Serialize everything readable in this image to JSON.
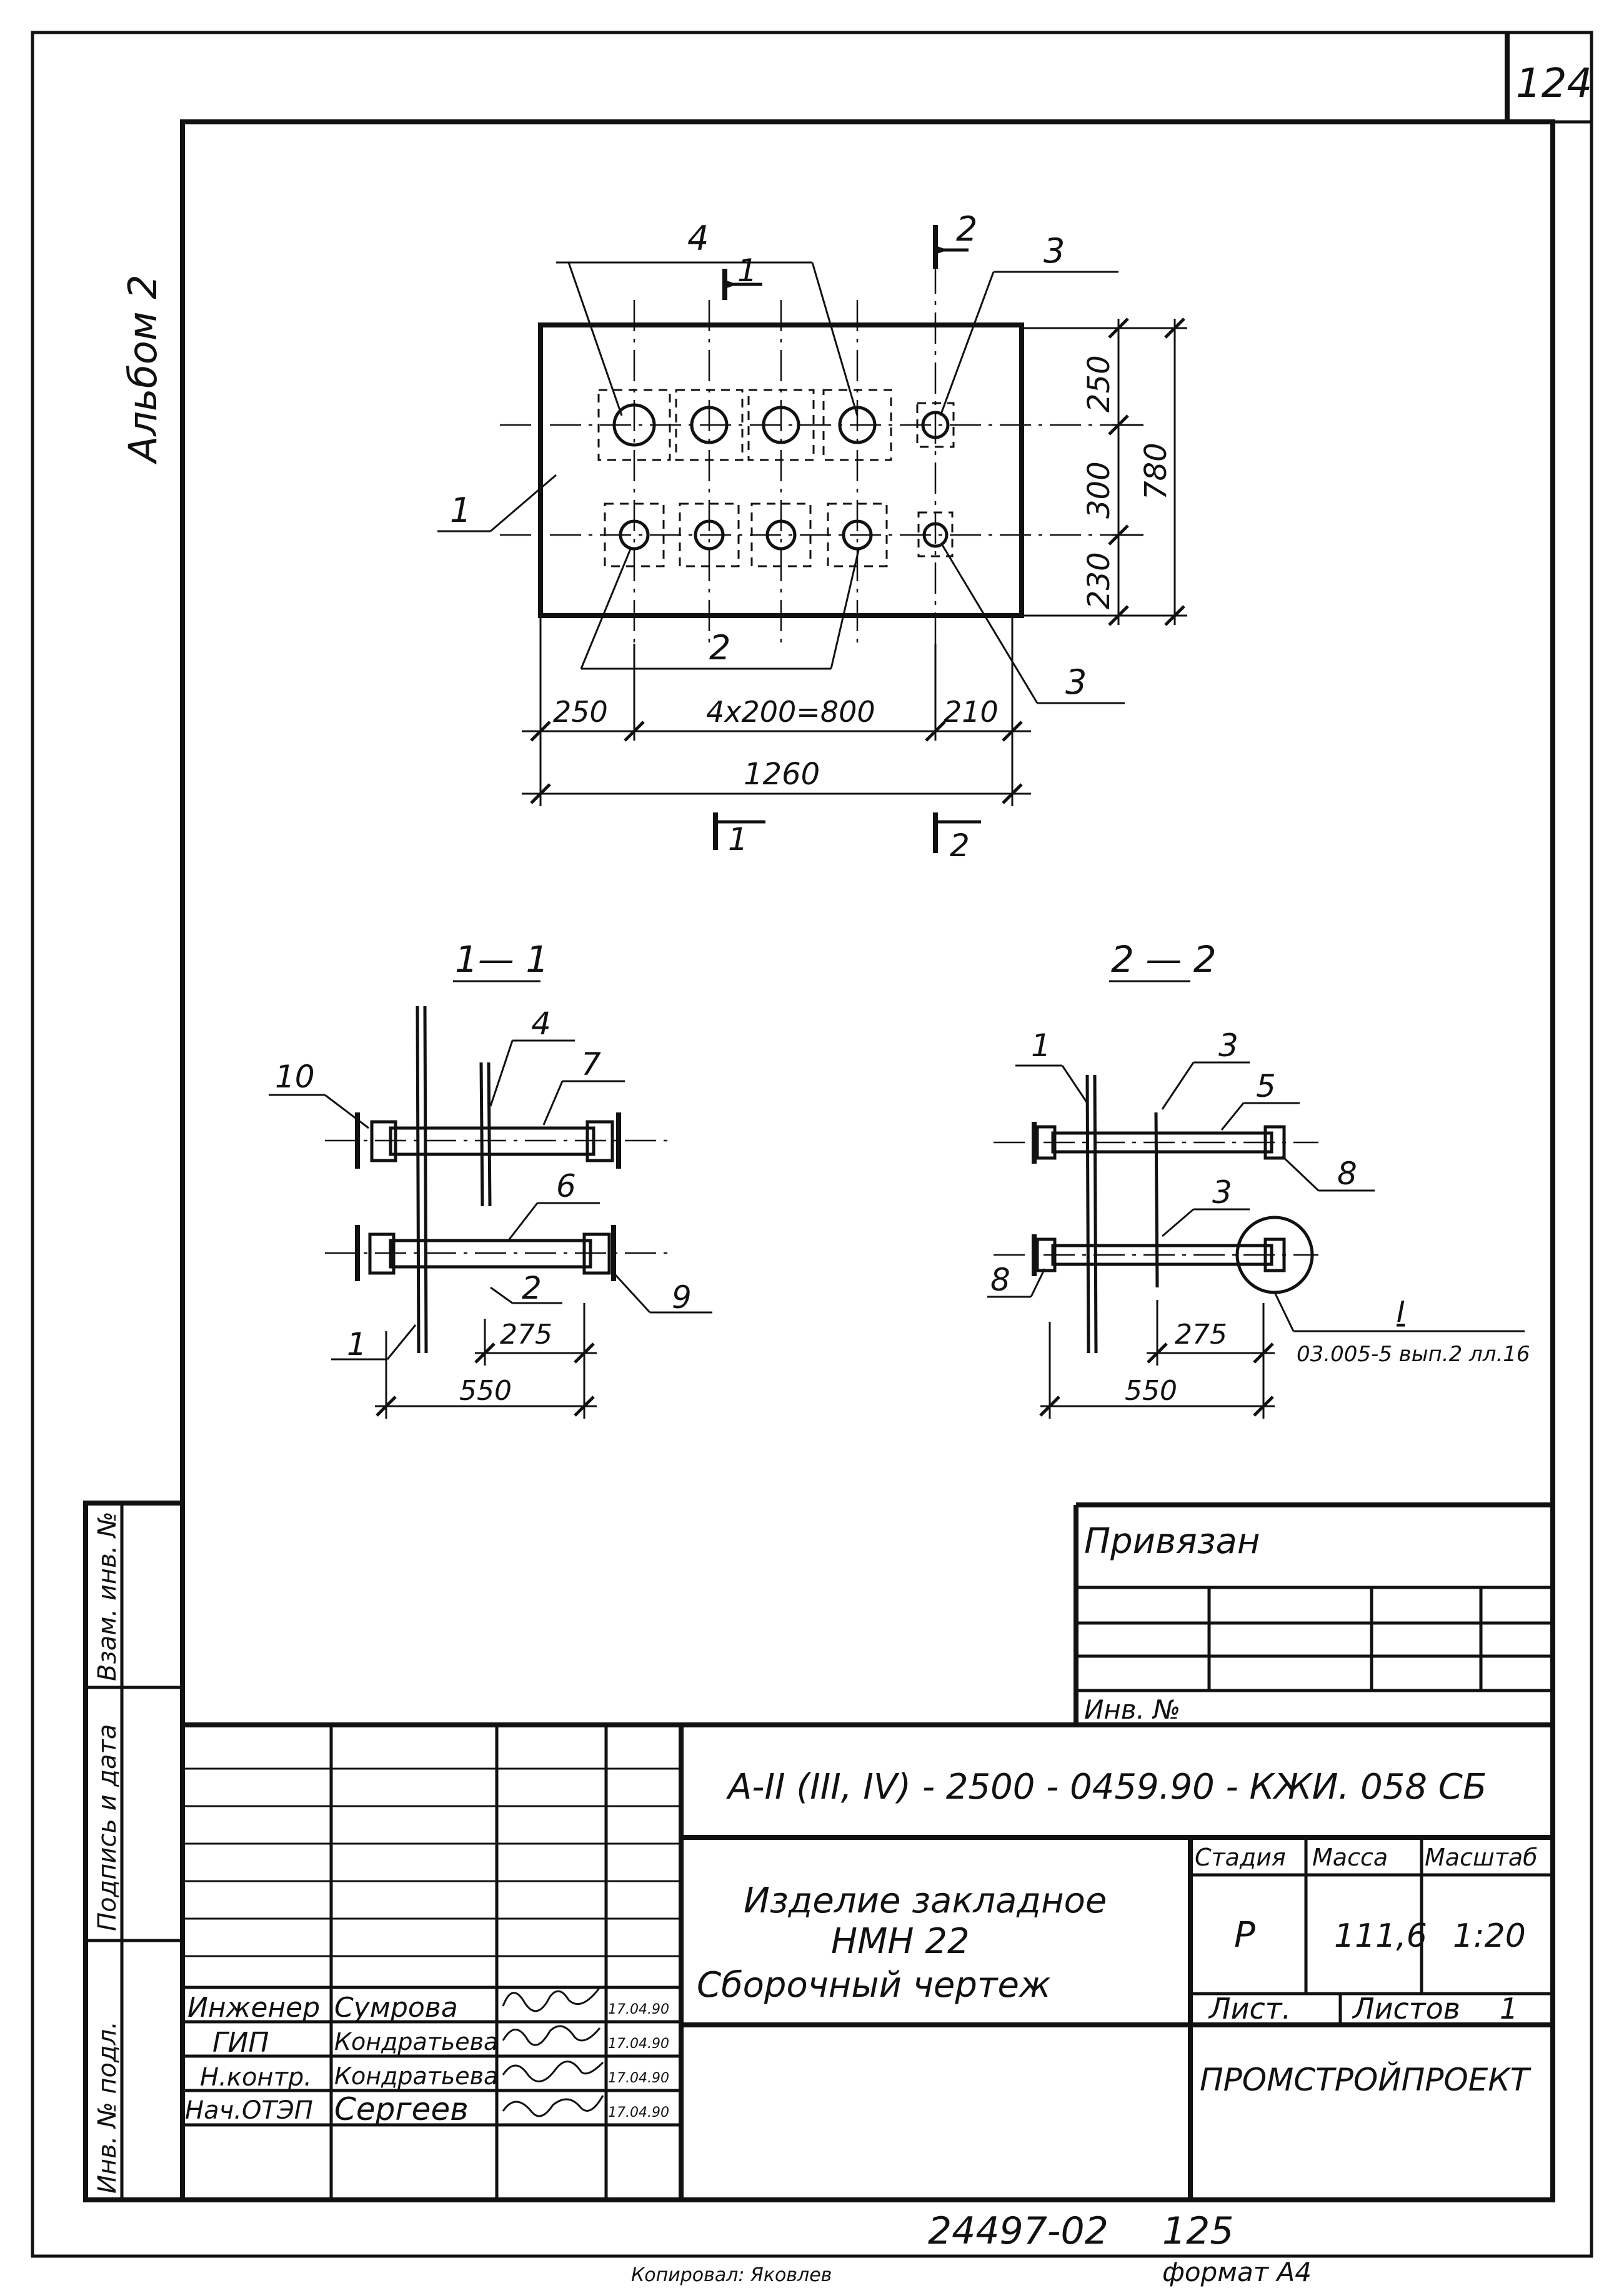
{
  "sheet": {
    "page_number": "124",
    "album": "Альбом 2",
    "format": "формат А4",
    "copied_by": "Копировал: Яковлев",
    "archive_number": "24497-02",
    "archive_page": "125"
  },
  "plan": {
    "section_mark_1": "1",
    "section_mark_2": "2",
    "callout_1": "1",
    "callout_2": "2",
    "callout_3_top": "3",
    "callout_3_bottom": "3",
    "callout_4": "4",
    "dims": {
      "top": "250",
      "middle": "300",
      "bottom": "230",
      "overall_height": "780",
      "left": "250",
      "spacing": "4x200=800",
      "right": "210",
      "overall_width": "1260"
    }
  },
  "section_1_1": {
    "title": "1— 1",
    "callouts": [
      "10",
      "4",
      "7",
      "6",
      "2",
      "9",
      "1"
    ],
    "dim_small": "275",
    "dim_large": "550"
  },
  "section_2_2": {
    "title": "2 — 2",
    "callouts": [
      "1",
      "3",
      "5",
      "8",
      "3",
      "8"
    ],
    "detail_mark": "I",
    "detail_ref": "03.005-5 вып.2 лл.16",
    "dim_small": "275",
    "dim_large": "550"
  },
  "tied_block": {
    "title": "Привязан",
    "inv_label": "Инв. №"
  },
  "side_stamp": {
    "fields": [
      "Инв. № подл.",
      "Подпись и дата",
      "Взам. инв. №"
    ]
  },
  "title_block": {
    "doc_code": "А-II (III, IV) - 2500 - 0459.90 - КЖИ. 058 СБ",
    "name_line1": "Изделие закладное",
    "name_line2": "НМН 22",
    "name_line3": "Сборочный чертеж",
    "stage_label": "Стадия",
    "stage_value": "Р",
    "mass_label": "Масса",
    "mass_value": "111,6",
    "scale_label": "Масштаб",
    "scale_value": "1:20",
    "sheet_label": "Лист.",
    "sheets_label": "Листов",
    "sheets_value": "1",
    "organization": "ПРОМСТРОЙПРОЕКТ",
    "signatures": [
      {
        "role": "Инженер",
        "name": "Сумрова",
        "date": "17.04.90"
      },
      {
        "role": "ГИП",
        "name": "Кондратьева",
        "date": "17.04.90"
      },
      {
        "role": "Н.контр.",
        "name": "Кондратьева",
        "date": "17.04.90"
      },
      {
        "role": "Нач.ОТЭП",
        "name": "Сергеев",
        "date": "17.04.90"
      }
    ]
  }
}
